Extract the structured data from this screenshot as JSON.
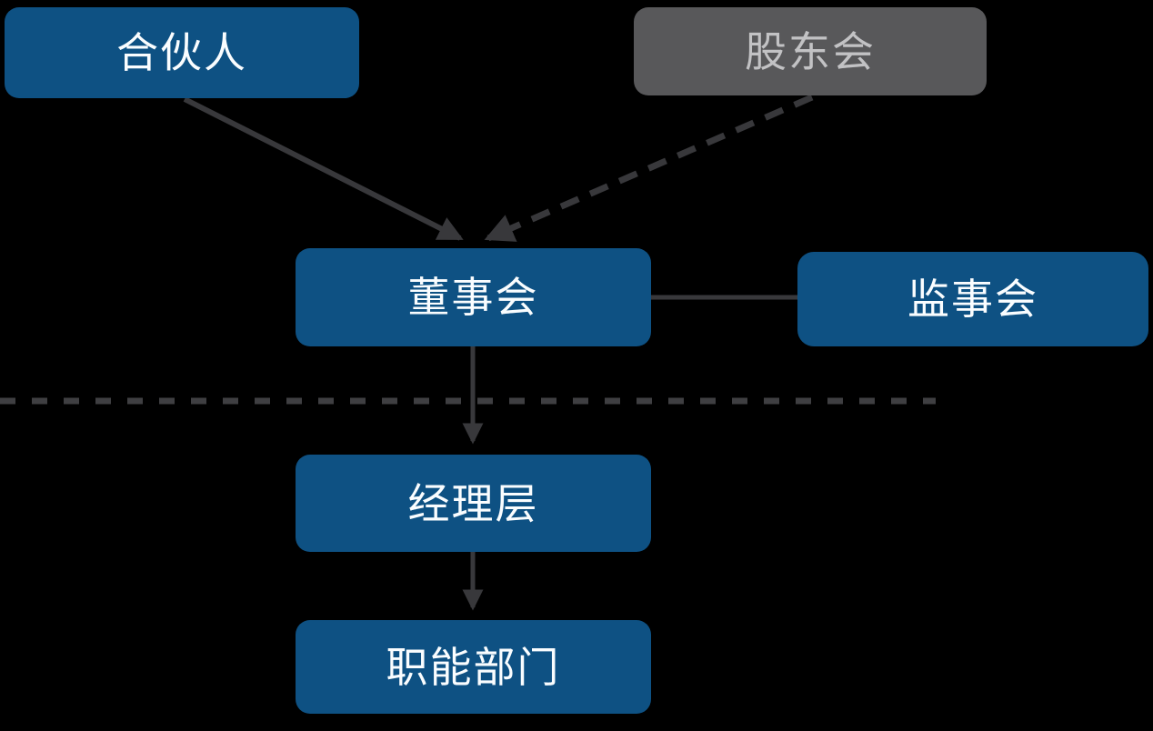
{
  "diagram": {
    "type": "org-governance-flowchart",
    "nodes": [
      {
        "id": "partners",
        "label": "合伙人",
        "variant": "primary",
        "row": "top"
      },
      {
        "id": "shareholders",
        "label": "股东会",
        "variant": "muted",
        "row": "top"
      },
      {
        "id": "board",
        "label": "董事会",
        "variant": "primary",
        "row": "middle"
      },
      {
        "id": "supervisory",
        "label": "监事会",
        "variant": "primary",
        "row": "middle"
      },
      {
        "id": "management",
        "label": "经理层",
        "variant": "primary",
        "row": "lower"
      },
      {
        "id": "functional",
        "label": "职能部门",
        "variant": "primary",
        "row": "bottom"
      }
    ],
    "edges": [
      {
        "from": "partners",
        "to": "board",
        "style": "solid",
        "arrow": true
      },
      {
        "from": "shareholders",
        "to": "board",
        "style": "dashed",
        "arrow": true
      },
      {
        "from": "board",
        "to": "supervisory",
        "style": "solid",
        "arrow": false
      },
      {
        "from": "board",
        "to": "management",
        "style": "solid",
        "arrow": true
      },
      {
        "from": "management",
        "to": "functional",
        "style": "solid",
        "arrow": true
      }
    ],
    "separator": {
      "style": "dashed",
      "orientation": "horizontal",
      "note": "divider between governance layer and executive layer"
    }
  },
  "colors": {
    "background": "#000000",
    "node_primary": "#0E5183",
    "node_muted": "#58585A",
    "text_primary": "#FAFDFF",
    "text_muted": "#C2C2C4",
    "line": "#38383B",
    "divider": "#3F3F42"
  }
}
